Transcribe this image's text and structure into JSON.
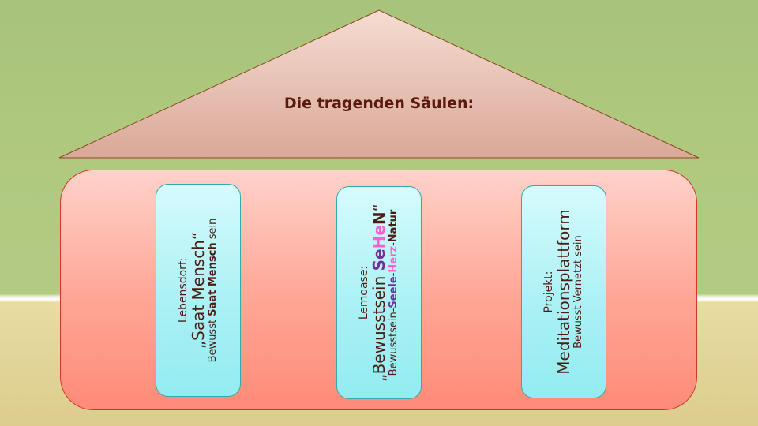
{
  "roof": {
    "title": "Die tragenden Säulen:"
  },
  "pillars": [
    {
      "label": "Lebensdorf:",
      "name": "„Saat Mensch“",
      "sub_prefix": "Bewusst ",
      "sub_bold": "Saat Mensch",
      "sub_suffix": " sein"
    },
    {
      "label": "Lernoase:",
      "name_prefix": "„Bewusstsein ",
      "name_se": "Se",
      "name_he": "He",
      "name_n": "N",
      "name_suffix": "“",
      "sub_prefix": "Bewusstsein-",
      "sub_seele": "Seele",
      "sub_dash1": "-",
      "sub_herz": "Herz",
      "sub_dash2": "-",
      "sub_natur": "Natur"
    },
    {
      "label": "Projekt:",
      "name": "Meditationsplattform",
      "sub": "Bewusst Vernetzt sein"
    }
  ],
  "colors": {
    "purple": "#7030a0",
    "pink": "#ff5fd0",
    "text": "#4a1e14"
  }
}
